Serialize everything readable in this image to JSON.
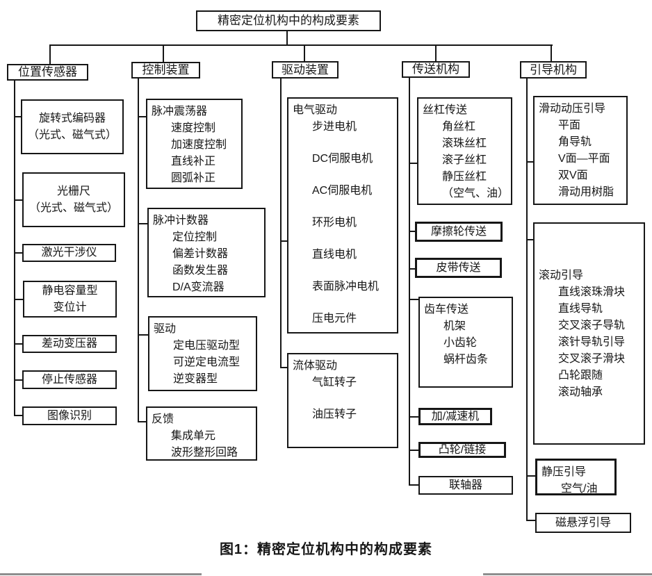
{
  "colors": {
    "line": "#161616",
    "divider": "#8e8e8e",
    "background": "#ffffff"
  },
  "root_label": "精密定位机构中的构成要素",
  "caption": "图1：精密定位机构中的构成要素",
  "columns": [
    {
      "header": "位置传感器",
      "boxes": [
        {
          "lines": [
            "旋转式编码器",
            "（光式、磁气式）"
          ]
        },
        {
          "lines": [
            "光栅尺",
            "（光式、磁气式）"
          ]
        },
        {
          "lines": [
            "激光干涉仪"
          ]
        },
        {
          "lines": [
            "静电容量型",
            "变位计"
          ]
        },
        {
          "lines": [
            "差动变压器"
          ]
        },
        {
          "lines": [
            "停止传感器"
          ]
        },
        {
          "lines": [
            "图像识别"
          ]
        }
      ]
    },
    {
      "header": "控制装置",
      "boxes": [
        {
          "title": "脉冲震荡器",
          "items": [
            "速度控制",
            "加速度控制",
            "直线补正",
            "圆弧补正"
          ]
        },
        {
          "title": "脉冲计数器",
          "items": [
            "定位控制",
            "偏差计数器",
            "函数发生器",
            "D/A变流器"
          ]
        },
        {
          "title": "驱动",
          "items": [
            "定电压驱动型",
            "可逆定电流型",
            "逆变器型"
          ]
        },
        {
          "title": "反馈",
          "items": [
            "集成单元",
            "波形整形回路"
          ]
        }
      ]
    },
    {
      "header": "驱动装置",
      "boxes": [
        {
          "title": "电气驱动",
          "items": [
            "步进电机",
            "DC伺服电机",
            "AC伺服电机",
            "环形电机",
            "直线电机",
            "表面脉冲电机",
            "压电元件"
          ]
        },
        {
          "title": "流体驱动",
          "items": [
            "气缸转子",
            "油压转子"
          ]
        }
      ]
    },
    {
      "header": "传送机构",
      "boxes": [
        {
          "title": "丝杠传送",
          "items": [
            "角丝杠",
            "滚珠丝杠",
            "滚子丝杠",
            "静压丝杠",
            "（空气、油）"
          ]
        },
        {
          "lines": [
            "摩擦轮传送"
          ]
        },
        {
          "lines": [
            "皮带传送"
          ]
        },
        {
          "title": "齿车传送",
          "items": [
            "机架",
            "小齿轮",
            "蜗杆齿条"
          ]
        },
        {
          "lines": [
            "加/减速机"
          ]
        },
        {
          "lines": [
            "凸轮/链接"
          ]
        },
        {
          "lines": [
            "联轴器"
          ]
        }
      ]
    },
    {
      "header": "引导机构",
      "boxes": [
        {
          "title": "滑动动压引导",
          "items": [
            "平面",
            "角导轨",
            "V面—平面",
            "双V面",
            "滑动用树脂"
          ]
        },
        {
          "title": "滚动引导",
          "items": [
            "直线滚珠滑块",
            "直线导轨",
            "交叉滚子导轨",
            "滚针导轨引导",
            "交叉滚子滑块",
            "凸轮跟随",
            "滚动轴承"
          ]
        },
        {
          "title": "静压引导",
          "items": [
            "空气/油"
          ]
        },
        {
          "lines": [
            "磁悬浮引导"
          ]
        }
      ]
    }
  ]
}
